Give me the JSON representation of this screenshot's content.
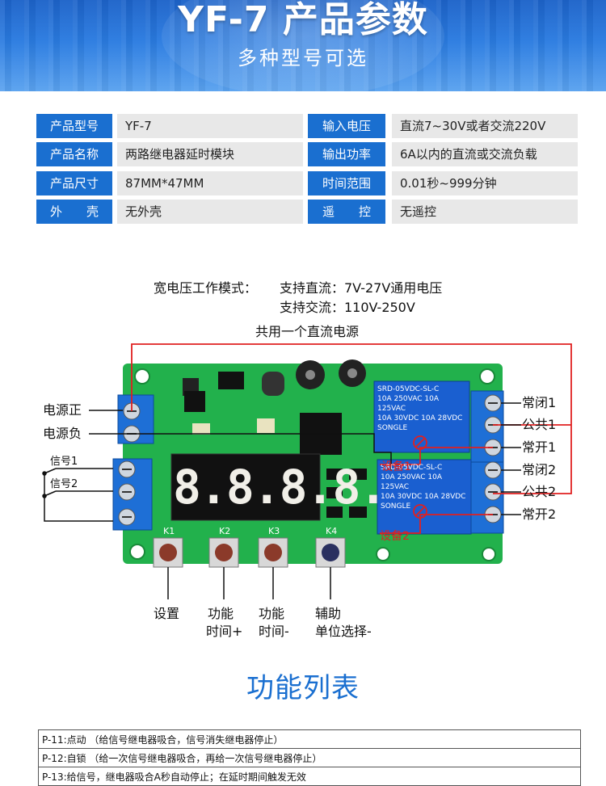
{
  "banner": {
    "title": "YF-7 产品参数",
    "subtitle": "多种型号可选"
  },
  "specs_left": [
    {
      "key": "产品型号",
      "value": "YF-7"
    },
    {
      "key": "产品名称",
      "value": "两路继电器延时模块"
    },
    {
      "key": "产品尺寸",
      "value": "87MM*47MM"
    },
    {
      "key": "外　　壳",
      "value": "无外壳"
    }
  ],
  "specs_right": [
    {
      "key": "输入电压",
      "value": "直流7~30V或者交流220V"
    },
    {
      "key": "输出功率",
      "value": "6A以内的直流或交流负载"
    },
    {
      "key": "时间范围",
      "value": "0.01秒~999分钟"
    },
    {
      "key": "遥　　控",
      "value": "无遥控"
    }
  ],
  "diagram": {
    "mode_label": "宽电压工作模式：",
    "dc_support": "支持直流：7V-27V通用电压",
    "ac_support": "支持交流：110V-250V",
    "shared_power": "共用一个直流电源",
    "power_pos": "电源正",
    "power_neg": "电源负",
    "signal1": "信号1",
    "signal2": "信号2",
    "nc1": "常闭1",
    "com1": "公共1",
    "no1": "常开1",
    "nc2": "常闭2",
    "com2": "公共2",
    "no2": "常开2",
    "device1": "设备1",
    "device2": "设备2",
    "display": "8.8.8.8.",
    "k1": "K1",
    "k2": "K2",
    "k3": "K3",
    "k4": "K4",
    "btn_set": "设置",
    "btn_func_plus_1": "功能",
    "btn_func_plus_2": "时间+",
    "btn_func_minus_1": "功能",
    "btn_func_minus_2": "时间-",
    "btn_aux_1": "辅助",
    "btn_aux_2": "单位选择-",
    "relay_model": "SRD-05VDC-SL-C",
    "relay_spec1": "10A 250VAC  10A 125VAC",
    "relay_spec2": "10A 30VDC  10A 28VDC",
    "relay_brand": "SONGLE"
  },
  "colors": {
    "accent": "#1a6fd0",
    "pcb": "#22b14c",
    "terminal": "#1e6fd6",
    "wire_red": "#e02020"
  },
  "function_list": {
    "title": "功能列表",
    "rows": [
      "P-11:点动 （给信号继电器吸合，信号消失继电器停止）",
      "P-12:自锁 （给一次信号继电器吸合，再给一次信号继电器停止）",
      "P-13:给信号，继电器吸合A秒自动停止；在延时期间触发无效"
    ]
  }
}
